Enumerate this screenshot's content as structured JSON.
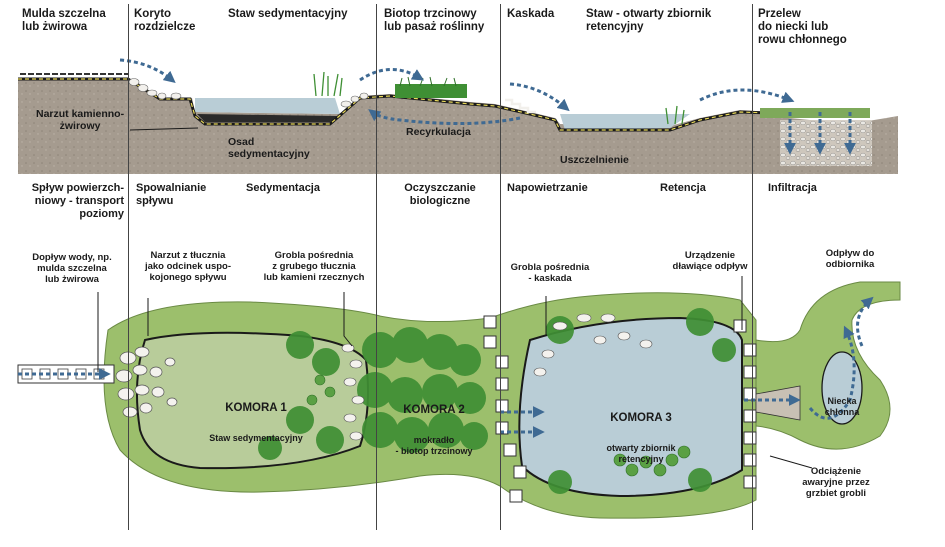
{
  "zones": [
    {
      "id": "mulda",
      "label": "Mulda szczelna\nlub żwirowa",
      "process": "Spływ powierzch-\nniowy - transport\npoziomy"
    },
    {
      "id": "koryto",
      "label": "Koryto\nrozdzielcze",
      "process": "Spowalnianie\nspływu"
    },
    {
      "id": "staw-sed",
      "label": "Staw sedymentacyjny",
      "process": "Sedymentacja"
    },
    {
      "id": "biotop",
      "label": "Biotop trzcinowy\nlub pasaż roślinny",
      "process": "Oczyszczanie\nbiologiczne"
    },
    {
      "id": "kaskada",
      "label": "Kaskada",
      "process": "Napowietrzanie"
    },
    {
      "id": "staw-ret",
      "label": "Staw - otwarty zbiornik\nretencyjny",
      "process": "Retencja"
    },
    {
      "id": "przelew",
      "label": "Przelew\ndo niecki lub\nrowu chłonnego",
      "process": "Infiltracja"
    }
  ],
  "profile_labels": {
    "narzut": "Narzut kamienno-\nżwirowy",
    "osad": "Osad\nsedymentacyjny",
    "recyrkulacja": "Recyrkulacja",
    "uszczelnienie": "Uszczelnienie"
  },
  "plan_callouts": {
    "doplyw": "Dopływ wody, np.\nmulda szczelna\nlub żwirowa",
    "narzut_tlucznia": "Narzut z tłucznia\njako odcinek uspo-\nkojonego spływu",
    "grobla_posrednia": "Grobla pośrednia\nz grubego tłucznia\nlub kamieni rzecznych",
    "grobla_kaskada": "Grobla pośrednia\n- kaskada",
    "urzadzenie": "Urządzenie\ndławiące odpływ",
    "odplyw": "Odpływ do\nodbiornika",
    "odciazenie": "Odciążenie\nawaryjne przez\ngrzbiet grobli"
  },
  "chambers": [
    {
      "title": "KOMORA 1",
      "subtitle": "Staw sedymentacyjny"
    },
    {
      "title": "KOMORA 2",
      "subtitle": "mokradło\n- biotop trzcinowy"
    },
    {
      "title": "KOMORA 3",
      "subtitle": "otwarty zbiornik\nretencyjny"
    }
  ],
  "niecka": "Niecka\nchłonna",
  "colors": {
    "soil": "#a59b8f",
    "water": "#b9cdd6",
    "vegetation": "#3f8f34",
    "grass": "#9cbf6c",
    "flow_arrow": "#3f6a93"
  }
}
